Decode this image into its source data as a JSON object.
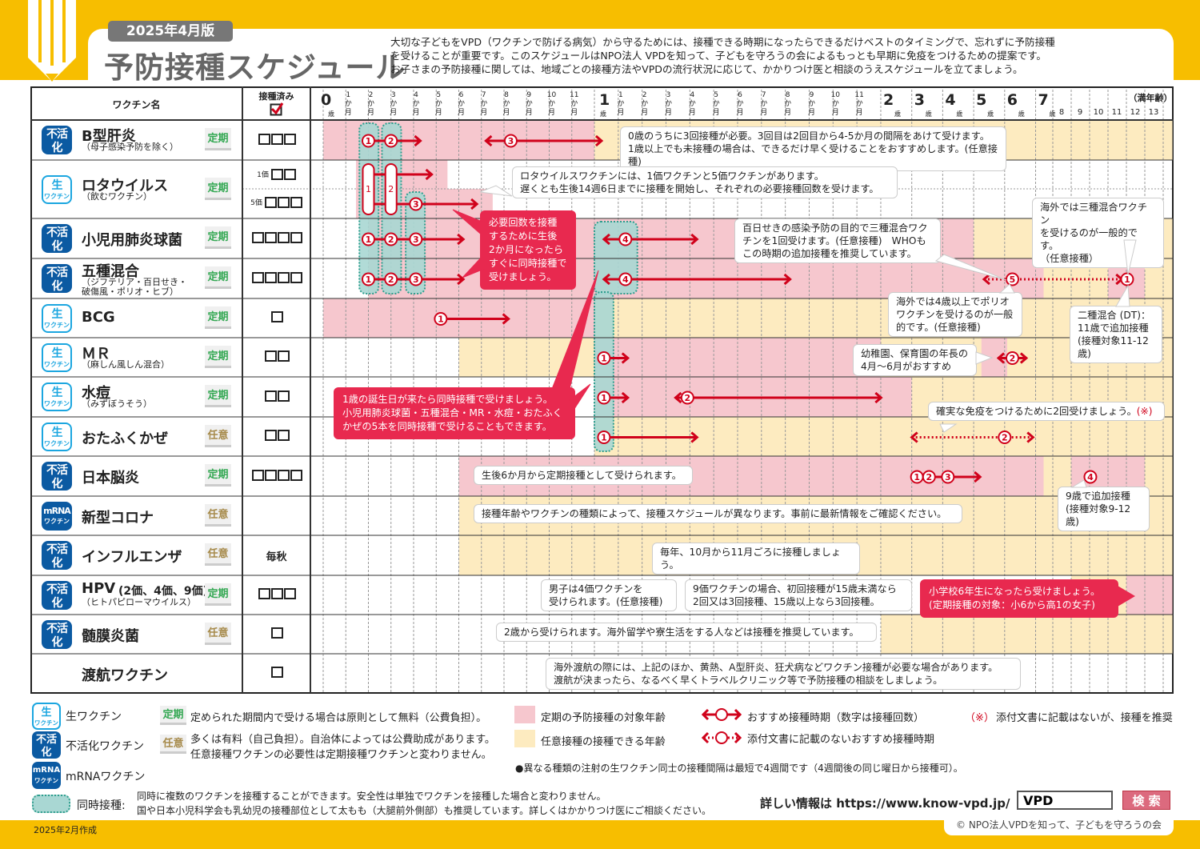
{
  "header": {
    "edition": "2025年4月版",
    "title": "予防接種スケジュール",
    "intro": "大切な子どもをVPD（ワクチンで防げる病気）から守るためには、接種できる時期になったらできるだけベストのタイミングで、忘れずに予防接種\nを受けることが重要です。このスケジュールはNPO法人 VPDを知って、子どもを守ろうの会によるもっとも早期に免疫をつけるための提案です。\nお子さまの予防接種に関しては、地域ごとの接種方法やVPDの流行状況に応じて、かかりつけ医と相談のうえスケジュールを立てましょう。"
  },
  "table_header": {
    "vaccine_name": "ワクチン名",
    "done": "接種済み"
  },
  "axis": {
    "year0": "0",
    "year1": "1",
    "sai": "歳",
    "ka": "か",
    "tsuki": "月",
    "months": [
      "1",
      "2",
      "3",
      "4",
      "5",
      "6",
      "7",
      "8",
      "9",
      "10",
      "11"
    ],
    "years_big": [
      "2",
      "3",
      "4",
      "5",
      "6",
      "7"
    ],
    "years_small": [
      "8",
      "9",
      "10",
      "11",
      "12",
      "13"
    ],
    "unit_note": "（満年齢）"
  },
  "colors": {
    "routine": "#F6C7CE",
    "voluntary": "#FDEBC0",
    "simultaneous": "#A9D7D3",
    "arrow": "#D0021B",
    "live": "#1BA6E0",
    "inactivated": "#0B5AA2",
    "callout": "#E8294F"
  },
  "badge_text": {
    "live": [
      "生",
      "ワクチン"
    ],
    "inact": [
      "不活化",
      "ワクチン"
    ],
    "mrna": [
      "mRNA",
      "ワクチン"
    ]
  },
  "category_text": {
    "routine": "定期",
    "voluntary": "任意"
  },
  "vaccines": [
    {
      "id": "hepb",
      "badge": "inact",
      "name": "B型肝炎",
      "sub": "（母子感染予防を除く）",
      "category": "routine",
      "done": 3,
      "bands": [
        [
          0,
          12,
          "routine"
        ],
        [
          12,
          174,
          "voluntary"
        ]
      ]
    },
    {
      "id": "rota",
      "badge": "live",
      "name": "ロタウイルス",
      "sub": "（飲むワクチン）",
      "category": "routine",
      "done_split": [
        {
          "label": "1価",
          "count": 2
        },
        {
          "label": "5価",
          "count": 3
        }
      ],
      "bands": [
        [
          1.45,
          5.5,
          "routine",
          "top"
        ],
        [
          1.45,
          7.5,
          "routine",
          "bot"
        ]
      ]
    },
    {
      "id": "pcv",
      "badge": "inact",
      "name": "小児用肺炎球菌",
      "sub": "",
      "category": "routine",
      "done": 4,
      "bands": [
        [
          2,
          60,
          "routine"
        ],
        [
          60,
          174,
          "voluntary"
        ]
      ]
    },
    {
      "id": "dtp5",
      "badge": "inact",
      "name": "五種混合",
      "sub": "（ジフテリア・百日せき・\n 破傷風・ポリオ・ヒブ）",
      "category": "routine",
      "done": 4,
      "bands": [
        [
          2,
          90,
          "routine"
        ],
        [
          90,
          132,
          "voluntary"
        ],
        [
          132,
          156,
          "routine"
        ],
        [
          156,
          174,
          "voluntary"
        ]
      ]
    },
    {
      "id": "bcg",
      "badge": "live",
      "name": "BCG",
      "sub": "",
      "category": "routine",
      "done": 1,
      "bands": [
        [
          0,
          12,
          "routine"
        ],
        [
          12,
          174,
          "voluntary"
        ]
      ]
    },
    {
      "id": "mr",
      "badge": "live",
      "name": "ＭＲ",
      "sub": "（麻しん風しん混合）",
      "category": "routine",
      "done": 2,
      "bands": [
        [
          6,
          12,
          "voluntary"
        ],
        [
          12,
          24,
          "routine"
        ],
        [
          24,
          174,
          "voluntary"
        ],
        [
          63,
          73,
          "routine"
        ]
      ]
    },
    {
      "id": "var",
      "badge": "live",
      "name": "水痘",
      "sub": "（みずぼうそう）",
      "category": "routine",
      "done": 2,
      "bands": [
        [
          12,
          36,
          "routine"
        ],
        [
          36,
          174,
          "voluntary"
        ]
      ]
    },
    {
      "id": "mumps",
      "badge": "live",
      "name": "おたふくかぜ",
      "sub": "",
      "category": "voluntary",
      "done": 2,
      "bands": [
        [
          12,
          174,
          "voluntary"
        ]
      ]
    },
    {
      "id": "je",
      "badge": "inact",
      "name": "日本脳炎",
      "sub": "",
      "category": "routine",
      "done": 4,
      "bands": [
        [
          6,
          90,
          "routine"
        ],
        [
          90,
          108,
          "voluntary"
        ],
        [
          108,
          156,
          "routine"
        ],
        [
          156,
          174,
          "voluntary"
        ]
      ]
    },
    {
      "id": "covid",
      "badge": "mrna",
      "name": "新型コロナ",
      "sub": "",
      "category": "voluntary",
      "bands": [
        [
          6,
          174,
          "voluntary"
        ]
      ]
    },
    {
      "id": "flu",
      "badge": "inact",
      "name": "インフルエンザ",
      "sub": "",
      "category": "voluntary",
      "done_text": "毎秋",
      "bands": [
        [
          6,
          174,
          "voluntary"
        ]
      ]
    },
    {
      "id": "hpv",
      "badge": "inact",
      "name": "HPV",
      "name_extra": "(2価、4価、9価)",
      "sub": "（ヒトパピローマウイルス）",
      "category": "routine",
      "done": 3,
      "bands": [
        [
          108,
          144,
          "voluntary"
        ],
        [
          144,
          174,
          "routine"
        ]
      ]
    },
    {
      "id": "mening",
      "badge": "inact",
      "name": "髄膜炎菌",
      "sub": "",
      "category": "voluntary",
      "done": 1,
      "bands": [
        [
          24,
          174,
          "voluntary"
        ]
      ]
    },
    {
      "id": "travel",
      "badge": "",
      "name": "渡航ワクチン",
      "sub": "",
      "category": "",
      "done": 1,
      "bands": []
    }
  ],
  "simultaneous_zones": [
    {
      "from": 1.6,
      "to": 2.45,
      "row_from": "hepb",
      "row_to": "dtp5"
    },
    {
      "from": 2.6,
      "to": 3.45,
      "row_from": "hepb",
      "row_to": "dtp5"
    },
    {
      "from": 3.65,
      "to": 4.5,
      "row_from": "rota",
      "row_to": "dtp5",
      "lane": "bot"
    },
    {
      "from": 12,
      "to": 13.8,
      "row_from": "pcv",
      "row_to": "dtp5"
    },
    {
      "from": 12,
      "to": 12.8,
      "row_from": "bcg",
      "row_to": "mumps"
    }
  ],
  "rota_pills": [
    [
      "1",
      2
    ],
    [
      "2",
      3
    ]
  ],
  "arrows": [
    {
      "row": "hepb",
      "from": 2,
      "to": 4.3,
      "doses": [
        [
          "1",
          2
        ],
        [
          "2",
          3
        ]
      ]
    },
    {
      "row": "hepb",
      "from": 7.2,
      "to": 12.3,
      "left": true,
      "doses": [
        [
          "3",
          8.3
        ]
      ]
    },
    {
      "row": "rota",
      "lane": "top",
      "from": 2,
      "to": 4.8,
      "doses": []
    },
    {
      "row": "rota",
      "lane": "bot",
      "from": 2,
      "to": 6.8,
      "doses": [
        [
          "3",
          4.1
        ]
      ]
    },
    {
      "row": "pcv",
      "from": 2,
      "to": 6.2,
      "doses": [
        [
          "1",
          2
        ],
        [
          "2",
          3
        ],
        [
          "3",
          4.1
        ]
      ]
    },
    {
      "row": "pcv",
      "from": 12.4,
      "to": 16.3,
      "left": true,
      "doses": [
        [
          "4",
          13.3
        ]
      ]
    },
    {
      "row": "dtp5",
      "from": 2,
      "to": 6.2,
      "doses": [
        [
          "1",
          2
        ],
        [
          "2",
          3
        ],
        [
          "3",
          4.1
        ]
      ]
    },
    {
      "row": "dtp5",
      "from": 12.4,
      "to": 20.2,
      "left": true,
      "doses": [
        [
          "4",
          13.3
        ]
      ]
    },
    {
      "row": "dtp5",
      "from": 64,
      "to": 141,
      "left": true,
      "dotted": true,
      "doses": [
        [
          "5",
          75
        ]
      ]
    },
    {
      "row": "dtp5",
      "from": 144.5,
      "to": 144.5,
      "noline": true,
      "doses": [
        [
          "1",
          144.5
        ]
      ]
    },
    {
      "row": "bcg",
      "from": 5.2,
      "to": 8.2,
      "doses": [
        [
          "1",
          5.2
        ]
      ]
    },
    {
      "row": "mr",
      "from": 12.4,
      "to": 13.4,
      "doses": [
        [
          "1",
          12.4
        ]
      ]
    },
    {
      "row": "mr",
      "from": 69.6,
      "to": 80.4,
      "left": true,
      "doses": [
        [
          "2",
          75
        ]
      ]
    },
    {
      "row": "var",
      "from": 12.4,
      "to": 13.4,
      "doses": [
        [
          "1",
          12.4
        ]
      ]
    },
    {
      "row": "var",
      "from": 15.4,
      "to": 24.1,
      "left": true,
      "doses": [
        [
          "2",
          15.9
        ]
      ]
    },
    {
      "row": "mumps",
      "from": 12.4,
      "to": 16.3,
      "doses": [
        [
          "1",
          12.4
        ]
      ]
    },
    {
      "row": "mumps",
      "from": 36,
      "to": 83,
      "left": true,
      "dotted": true,
      "doses": [
        [
          "2",
          72
        ]
      ]
    },
    {
      "row": "je",
      "from": 38,
      "to": 62.5,
      "doses": [
        [
          "1",
          38
        ],
        [
          "2",
          42.7
        ],
        [
          "3",
          50
        ]
      ]
    },
    {
      "row": "je",
      "from": 120.5,
      "to": 120.5,
      "noline": true,
      "doses": [
        [
          "4",
          120.5
        ]
      ]
    }
  ],
  "notes": [
    {
      "id": "hepb",
      "text": "0歳のうちに3回接種が必要。3回目は2回目から4-5か月の間隔をあけて受けます。\n1歳以上でも未接種の場合は、できるだけ早く受けることをおすすめします。(任意接種)"
    },
    {
      "id": "rota",
      "text": "ロタウイルスワクチンには、1価ワクチンと5価ワクチンがあります。\n遅くとも生後14週6日までに接種を開始し、それぞれの必要接種回数を受けます。"
    },
    {
      "id": "early",
      "red": true,
      "text": "必要回数を接種\nするために生後\n2か月になったら\nすぐに同時接種で\n受けましょう。"
    },
    {
      "id": "tdap",
      "text": "百日せきの感染予防の目的で三種混合ワク\nチンを1回受けます。(任意接種)　WHOも\nこの時期の追加接種を推奨しています。"
    },
    {
      "id": "abroad3",
      "text": "海外では三種混合ワクチン\nを受けるのが一般的です。\n（任意接種）"
    },
    {
      "id": "polio",
      "text": "海外では4歳以上でポリオ\nワクチンを受けるのが一般\n的です。(任意接種)"
    },
    {
      "id": "dt",
      "text": "二種混合 (DT)：\n11歳で追加接種\n(接種対象11-12歳)"
    },
    {
      "id": "mr",
      "text": "幼稚園、保育園の年長の\n4月～6月がおすすめ"
    },
    {
      "id": "oneyear",
      "red": true,
      "text": "1歳の誕生日が来たら同時接種で受けましょう。\n小児用肺炎球菌・五種混合・MR・水痘・おたふく\nかぜの5本を同時接種で受けることもできます。"
    },
    {
      "id": "mumps",
      "text": "確実な免疫をつけるために2回受けましょう。",
      "ref": "(※)"
    },
    {
      "id": "je",
      "text": "生後6か月から定期接種として受けられます。"
    },
    {
      "id": "je9",
      "text": "9歳で追加接種\n(接種対象9-12歳)"
    },
    {
      "id": "covid",
      "text": "接種年齢やワクチンの種類によって、接種スケジュールが異なります。事前に最新情報をご確認ください。"
    },
    {
      "id": "flu",
      "text": "毎年、10月から11月ごろに接種しましょう。"
    },
    {
      "id": "hpvboys",
      "text": "男子は4価ワクチンを\n受けられます。(任意接種)"
    },
    {
      "id": "hpv9",
      "text": "9価ワクチンの場合、初回接種が15歳未満なら\n2回又は3回接種、15歳以上なら3回接種。"
    },
    {
      "id": "hpvgirls",
      "red": true,
      "text": "小学校6年生になったら受けましょう。\n(定期接種の対象：小6から高1の女子)"
    },
    {
      "id": "mening",
      "text": "2歳から受けられます。海外留学や寮生活をする人などは接種を推奨しています。"
    },
    {
      "id": "travel",
      "text": "海外渡航の際には、上記のほか、黄熱、A型肝炎、狂犬病などワクチン接種が必要な場合があります。\n渡航が決まったら、なるべく早くトラベルクリニック等で予防接種の相談をしましょう。"
    }
  ],
  "legend": {
    "live": "生ワクチン",
    "inact": "不活化ワクチン",
    "mrna": "mRNAワクチン",
    "routine_desc": "定められた期間内で受ける場合は原則として無料（公費負担）。",
    "voluntary_desc": "多くは有料（自己負担）。自治体によっては公費助成があります。\n任意接種ワクチンの必要性は定期接種ワクチンと変わりません。",
    "routine_age": "定期の予防接種の対象年齢",
    "voluntary_age": "任意接種の接種できる年齢",
    "rec_period": "おすすめ接種時期（数字は接種回数）",
    "rec_unlisted": "添付文書に記載のないおすすめ接種時期",
    "ref_mark": "（※）",
    "ref_desc": "添付文書に記載はないが、接種を推奨",
    "interval_note": "●異なる種類の注射の生ワクチン同士の接種間隔は最短で4週間です（4週間後の同じ曜日から接種可）。",
    "simul_label": "同時接種:",
    "simul_desc": "同時に複数のワクチンを接種することができます。安全性は単独でワクチンを接種した場合と変わりません。\n国や日本小児科学会も乳幼児の接種部位として太もも（大腿前外側部）も推奨しています。詳しくはかかりつけ医にご相談ください。"
  },
  "info": {
    "label": "詳しい情報は https://www.know-vpd.jp/",
    "search_value": "VPD",
    "search_button": "検 索"
  },
  "footer": {
    "created": "2025年2月作成",
    "copyright": "© NPO法人VPDを知って、子どもを守ろうの会"
  }
}
